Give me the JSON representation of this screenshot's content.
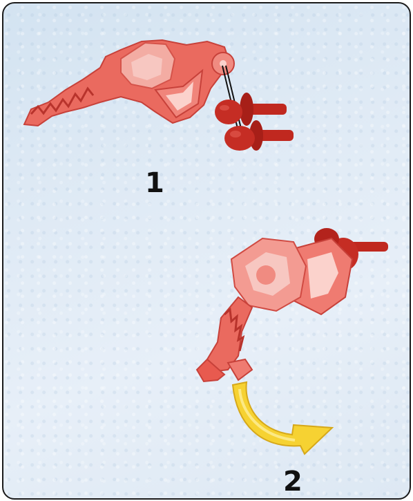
{
  "steps": [
    {
      "number": "1",
      "parts": [
        "mask-piece",
        "pin-connector"
      ]
    },
    {
      "number": "2",
      "parts": [
        "assembled-piece",
        "rotate-arrow"
      ]
    }
  ],
  "colors": {
    "part": "#e85a4f",
    "part_dark": "#c23b33",
    "part_light": "#f4a39a",
    "pin": "#b3231c",
    "arrow": "#f4cf2d",
    "border": "#1a1a1a"
  }
}
